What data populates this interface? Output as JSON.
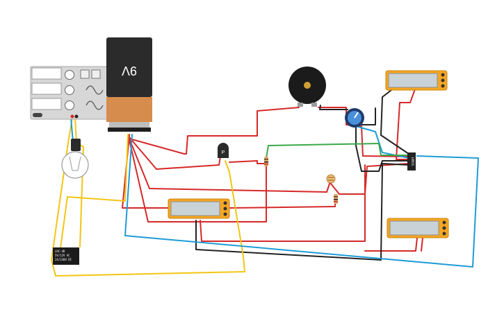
{
  "battery": {
    "label": "9V",
    "body_color": "#2b2b2b",
    "cap_color": "#d58c4c"
  },
  "transistor": {
    "label": "P"
  },
  "ic_chip": {
    "label": "LM555"
  },
  "relay": {
    "line1": "LRC-4D",
    "line2": "5V/12V AC",
    "line3": "24/230V DC"
  },
  "wires": {
    "red": "#d62828",
    "black": "#222222",
    "yellow": "#f2c514",
    "blue": "#1e9bd7",
    "green": "#3aa84a"
  },
  "multimeter": {
    "frame_color": "#f5a623",
    "screen_color": "#c9d2d6"
  }
}
